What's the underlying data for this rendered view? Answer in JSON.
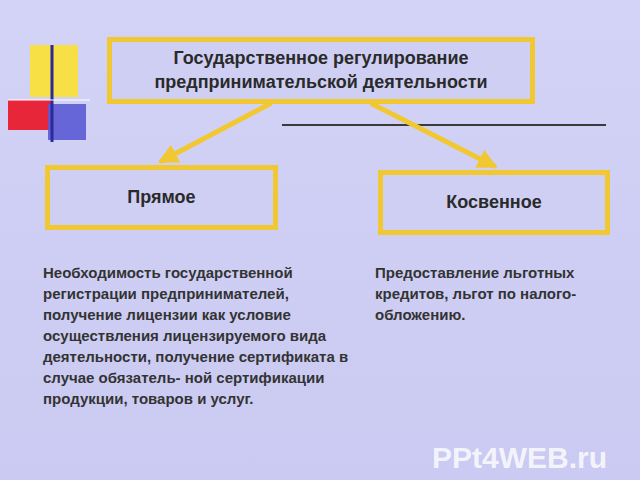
{
  "diagram": {
    "nodes": [
      {
        "text": [
          "Государственное регулирование предпринимательской деятельности"
        ]
      },
      {
        "text": [
          "Прямое"
        ]
      },
      {
        "text": [
          "Косвенное"
        ]
      }
    ],
    "edges": [
      {
        "from": 0,
        "to": 1,
        "arrow": "to"
      },
      {
        "from": 0,
        "to": 2,
        "arrow": "to"
      }
    ],
    "labels": [
      "Необходимость государственной регистрации предпринимателей, получение лицензии как условие осуществления лицензируемого вида деятельности, получение сертификата в случае обязатель- ной сертификации продукции, товаров и услуг.",
      "Предоставление льготных кредитов, льгот по налого- обложению.",
      "PPt4WEB.ru"
    ]
  }
}
